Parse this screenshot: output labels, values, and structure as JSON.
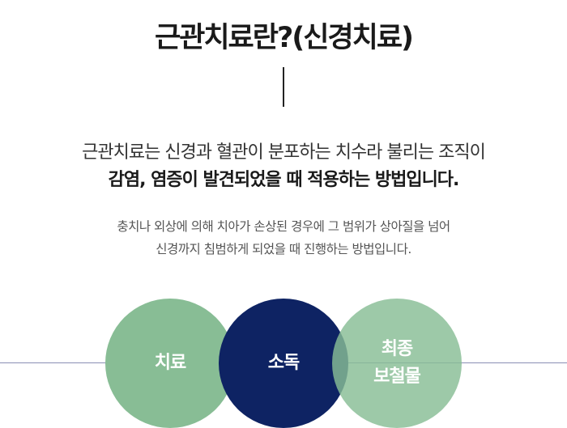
{
  "header": {
    "title": "근관치료란?(신경치료)"
  },
  "lead": {
    "line1": "근관치료는 신경과 혈관이 분포하는 치수라 불리는 조직이",
    "line2": "감염, 염증이 발견되었을 때 적용하는 방법입니다."
  },
  "description": {
    "line1": "충치나 외상에 의해 치아가 손상된 경우에 그 범위가 상아질을 넘어",
    "line2": "신경까지 침범하게 되었을 때 진행하는 방법입니다."
  },
  "steps": [
    {
      "label_line1": "치료",
      "label_line2": "",
      "color": "#88bd95"
    },
    {
      "label_line1": "소독",
      "label_line2": "",
      "color": "#0e2363"
    },
    {
      "label_line1": "최종",
      "label_line2": "보철물",
      "color": "#88bd95"
    }
  ],
  "colors": {
    "green": "#88bd95",
    "navy": "#0e2363",
    "line": "#8a8fb5"
  }
}
